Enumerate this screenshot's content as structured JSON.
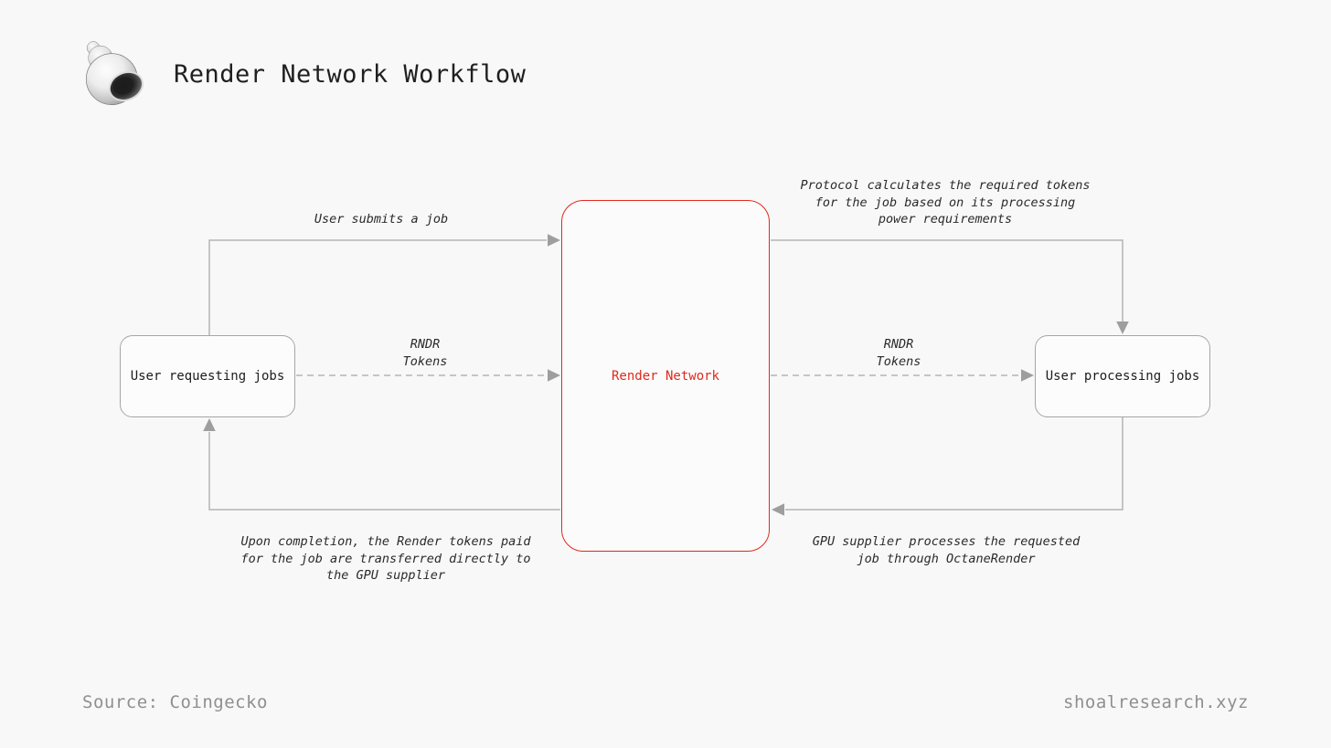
{
  "header": {
    "title": "Render Network Workflow",
    "logo": "shell-illustration"
  },
  "nodes": {
    "left": {
      "label": "User requesting jobs"
    },
    "center": {
      "label": "Render Network"
    },
    "right": {
      "label": "User processing jobs"
    }
  },
  "edges": {
    "top_left": "User submits a job",
    "top_right": "Protocol calculates the required tokens\nfor the job based on its processing\npower requirements",
    "mid_left": "RNDR\nTokens",
    "mid_right": "RNDR\nTokens",
    "bottom_left": "Upon completion, the Render tokens paid\nfor the job are transferred directly to\nthe GPU supplier",
    "bottom_right": "GPU supplier processes the requested\njob through OctaneRender"
  },
  "footer": {
    "source": "Source: Coingecko",
    "site": "shoalresearch.xyz"
  },
  "colors": {
    "accent_red": "#e0291d",
    "line_gray": "#b4b4b4",
    "arrow_gray": "#9e9e9e",
    "background": "#f8f8f8",
    "footer_gray": "#8f8f8f"
  }
}
